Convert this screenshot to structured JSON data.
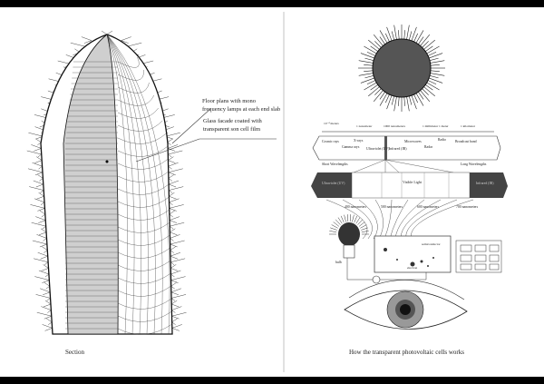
{
  "left": {
    "caption": "Section",
    "annotations": [
      "Floor plans with mono",
      "frequency lamps at each end slab",
      "Glass facade coated with",
      "transparent son cell film"
    ]
  },
  "right": {
    "caption": "How the transparent photovoltaic cells works",
    "scale": [
      "10⁻⁴ meters",
      "10⁻",
      "1 nanometer",
      "10⁻",
      "1000 nanometers",
      "10⁻",
      "1 millimeter",
      "10⁻",
      "1 meter",
      "10⁻",
      "1 kilometer"
    ],
    "bands": [
      "Cosmic rays",
      "Gamma rays",
      "X-rays",
      "Ultraviolet (UV)",
      "Infrared (IR)",
      "Microwaves",
      "Radar",
      "Radio",
      "Broadcast band"
    ],
    "short_label": "Short Wavelengths",
    "long_label": "Long Wavelengths",
    "visible": {
      "uv": "Ultraviolet (UV)",
      "center": "Visible Light",
      "ir": "Infrared (IR)"
    },
    "nm": [
      "400 nanometers",
      "500 nanometers",
      "600 nanometers",
      "700 nanometers"
    ],
    "cell_labels": [
      "bulb",
      "semiconductor",
      "electron"
    ]
  }
}
